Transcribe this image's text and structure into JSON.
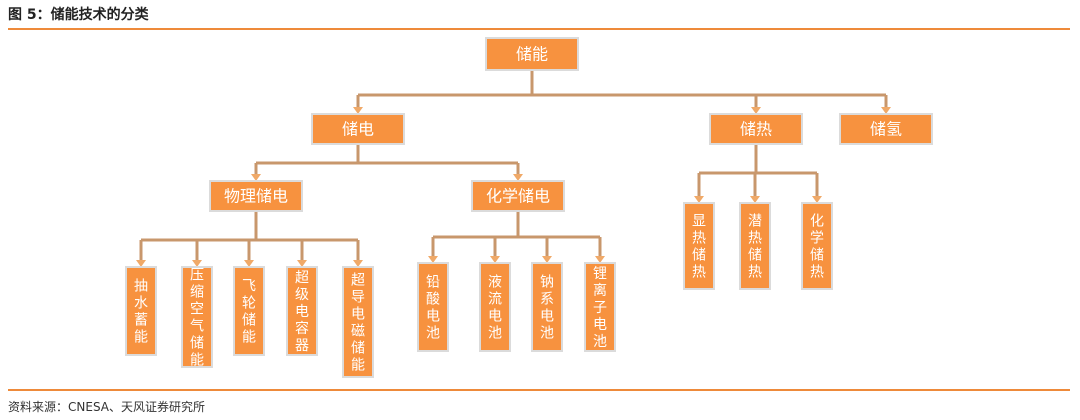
{
  "header": {
    "title": "图 5：储能技术的分类"
  },
  "footer": {
    "source": "资料来源：CNESA、天风证券研究所"
  },
  "colors": {
    "accent": "#ee8a3a",
    "node_fill": "#f7923f",
    "edge": "#c8976c"
  },
  "nodes": [
    {
      "id": "root",
      "label": "储能"
    },
    {
      "id": "elec",
      "label": "储电",
      "parent": "root"
    },
    {
      "id": "heat",
      "label": "储热",
      "parent": "root"
    },
    {
      "id": "hydrogen",
      "label": "储氢",
      "parent": "root"
    },
    {
      "id": "phys",
      "label": "物理储电",
      "parent": "elec"
    },
    {
      "id": "chem",
      "label": "化学储电",
      "parent": "elec"
    },
    {
      "id": "pumped",
      "label": "抽水蓄能",
      "parent": "phys"
    },
    {
      "id": "caes",
      "label": "压缩空气储能",
      "parent": "phys"
    },
    {
      "id": "flywheel",
      "label": "飞轮储能",
      "parent": "phys"
    },
    {
      "id": "supercap",
      "label": "超级电容器",
      "parent": "phys"
    },
    {
      "id": "smes",
      "label": "超导电磁储能",
      "parent": "phys"
    },
    {
      "id": "leadacid",
      "label": "铅酸电池",
      "parent": "chem"
    },
    {
      "id": "flow",
      "label": "液流电池",
      "parent": "chem"
    },
    {
      "id": "sodium",
      "label": "钠系电池",
      "parent": "chem"
    },
    {
      "id": "lithium",
      "label": "锂离子电池",
      "parent": "chem"
    },
    {
      "id": "sensible",
      "label": "显热储热",
      "parent": "heat"
    },
    {
      "id": "latent",
      "label": "潜热储热",
      "parent": "heat"
    },
    {
      "id": "chemheat",
      "label": "化学储热",
      "parent": "heat"
    }
  ]
}
